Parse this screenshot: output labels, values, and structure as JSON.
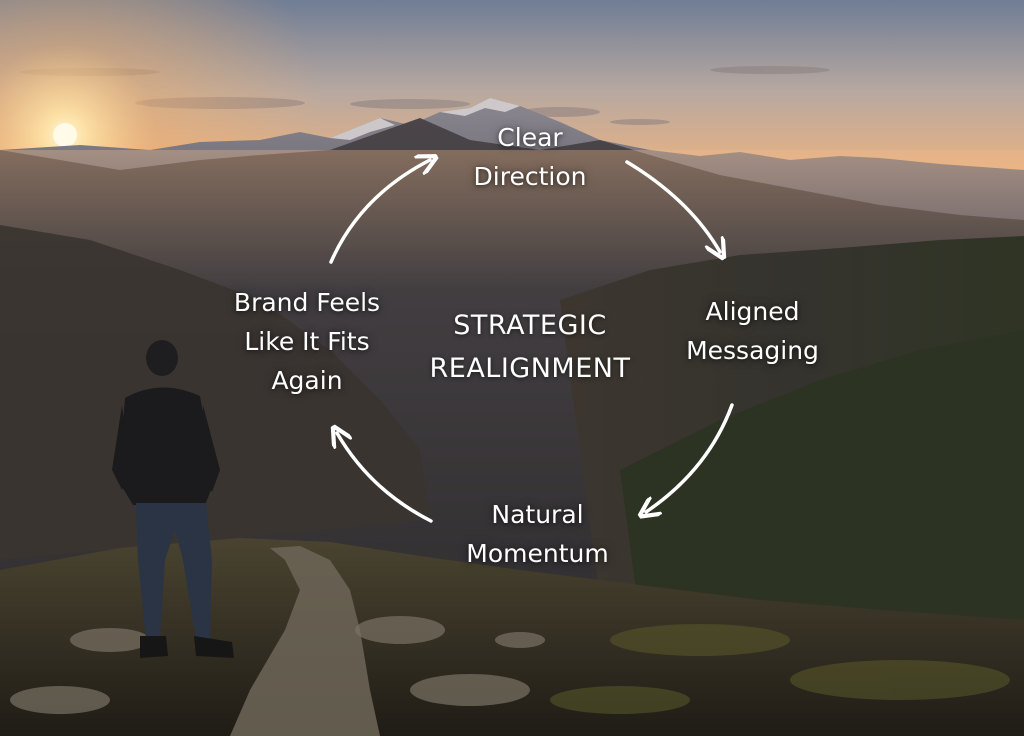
{
  "diagram": {
    "type": "cycle",
    "center": {
      "lines": [
        "STRATEGIC",
        "REALIGNMENT"
      ]
    },
    "steps": [
      {
        "id": "clear-direction",
        "lines": [
          "Clear",
          "Direction"
        ]
      },
      {
        "id": "aligned-messaging",
        "lines": [
          "Aligned",
          "Messaging"
        ]
      },
      {
        "id": "natural-momentum",
        "lines": [
          "Natural",
          "Momentum"
        ]
      },
      {
        "id": "brand-fits",
        "lines": [
          "Brand Feels",
          "Like It Fits",
          "Again"
        ]
      }
    ],
    "arrow_direction": "clockwise"
  },
  "colors": {
    "text": "#ffffff",
    "arrow": "#ffffff",
    "sky_top": "#7d8aa0",
    "sky_horizon": "#f2b27a",
    "sun": "#ffe9b8",
    "mountain_far": "#6d6a74",
    "mountain_mid": "#3e3b3e",
    "ground": "#2e2a1f"
  },
  "background": {
    "scene": "mountain-sunset",
    "icons": [
      "sun-icon",
      "hiker-figure",
      "trail-path"
    ]
  }
}
